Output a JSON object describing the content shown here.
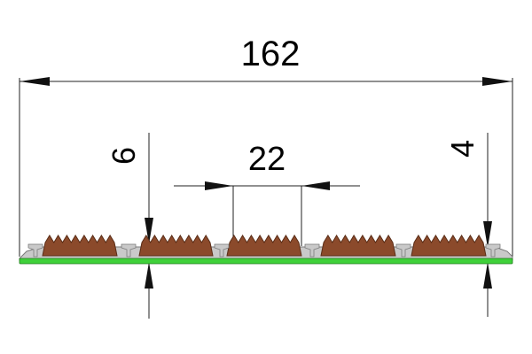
{
  "dimensions": {
    "overall_width": "162",
    "insert_pitch": "22",
    "height_left": "6",
    "height_right": "4"
  },
  "colors": {
    "insert": "#8B4A2B",
    "insert_dark": "#5a2d17",
    "profile": "#c9c9c9",
    "profile_stroke": "#7a7a7a",
    "base_strip": "#3fd13a",
    "base_strip_stroke": "#1f7a1b",
    "line": "#222222"
  }
}
